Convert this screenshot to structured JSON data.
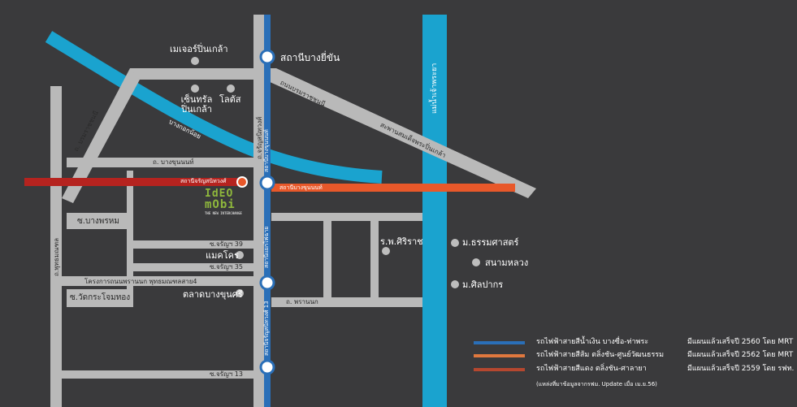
{
  "colors": {
    "background": "#3a3a3c",
    "road": "#b9b9b9",
    "blue_line": "#2a6fb8",
    "orange_line": "#e8582a",
    "red_line": "#b5231f",
    "river": "#1aa3cf",
    "canal": "#1aa3cf",
    "logo_green": "#8fb83c"
  },
  "places": {
    "major_pinklao": "เมเจอร์ปิ่นเกล้า",
    "central_pinklao": "เซ็นทรัล ปิ่นเกล้า",
    "lotus": "โลตัส",
    "siriraj": "ร.พ.ศิริราช",
    "thammasat": "ม.ธรรมศาสตร์",
    "sanam_luang": "สนามหลวง",
    "silpakorn": "ม.ศิลปากร",
    "makro": "แมคโคร",
    "bang_khun_si_market": "ตลาดบางขุนศรี",
    "bangphrom": "ซ.บางพรหม",
    "wat_krachaithong": "ซ.วัดกระโจมทอง",
    "pran_nok_project": "โครงการถนนพรานนก พุทธมณฑลสาย4"
  },
  "roads": {
    "borommaratchachonnani_top": "ถนนบรมราชชนนี",
    "borommaratchachonnani_left": "ถ. บรมราชชนนี",
    "charansanitwong": "ถ.จรัญสนิทวงศ์",
    "bang_khun_non": "ถ. บางขุนนนท์",
    "pran_nok": "ถ. พรานนก",
    "charan_39": "ซ.จรัญฯ 39",
    "charan_35": "ซ.จรัญฯ 35",
    "charan_13": "ซ.จรัญฯ 13",
    "phutthamonthon": "ถ.พุทธมณฑล",
    "phra_pinklao_bridge": "สะพานสมเด็จพระปิ่นเกล้า",
    "bangkok_noi_canal": "บางกอกน้อย",
    "chao_phraya": "แม่น้ำเจ้าพระยา"
  },
  "stations": {
    "bang_yi_khan": "สถานีบางยี่ขัน",
    "bang_khun_non_blue": "สถานีบางขุนนนท์",
    "bang_khun_non_orange": "สถานีบางขุนนนท์",
    "charansanitwong_red": "สถานีจรัญสนิทวงศ์",
    "fai_chai": "สถานีแยกไฟฉาย",
    "charan_13": "สถานีจรัญสนิทวงศ์ 13"
  },
  "logo": {
    "line1": "IdEO",
    "line2": "mObi",
    "tagline": "THE NEW INTERCHANGE"
  },
  "legend": [
    {
      "color": "#2a6fb8",
      "text": "รถไฟฟ้าสายสีน้ำเงิน บางซื่อ-ท่าพระ",
      "plan": "มีแผนแล้วเสร็จปี 2560 โดย MRT"
    },
    {
      "color": "#e0783e",
      "text": "รถไฟฟ้าสายสีส้ม ตลิ่งชัน-ศูนย์วัฒนธรรม",
      "plan": "มีแผนแล้วเสร็จปี 2562 โดย MRT"
    },
    {
      "color": "#b5472f",
      "text": "รถไฟฟ้าสายสีแดง ตลิ่งชัน-ศาลายา",
      "plan": "มีแผนแล้วเสร็จปี 2559 โดย รฟท."
    }
  ],
  "source_note": "(แหล่งที่มาข้อมูลจากรฟม. Update เมื่อ เม.ย.56)"
}
